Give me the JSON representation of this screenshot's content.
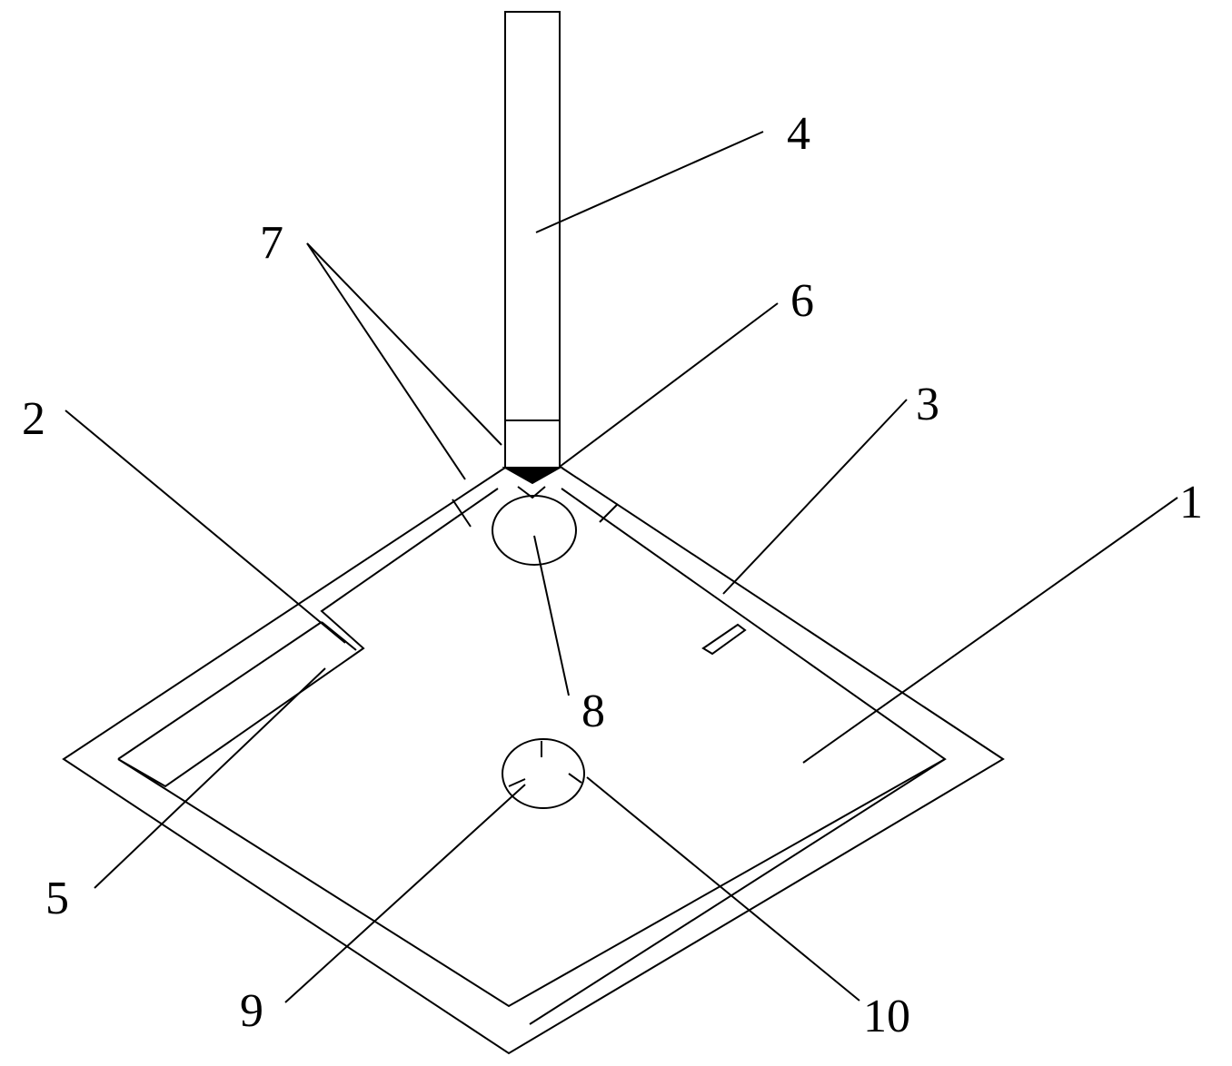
{
  "diagram": {
    "labels": {
      "one": "1",
      "two": "2",
      "three": "3",
      "four": "4",
      "five": "5",
      "six": "6",
      "seven": "7",
      "eight": "8",
      "nine": "9",
      "ten": "10"
    }
  }
}
